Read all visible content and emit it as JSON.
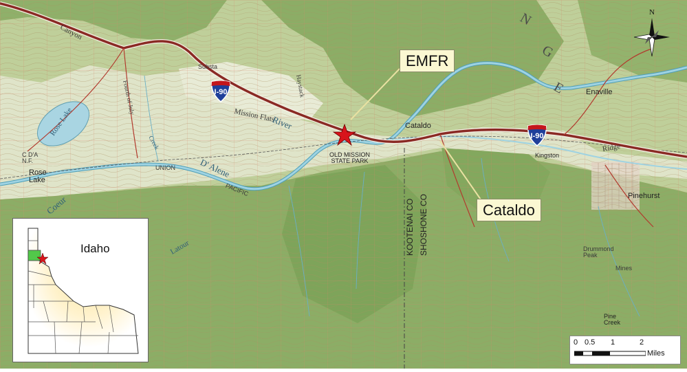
{
  "callouts": {
    "emfr": "EMFR",
    "cataldo": "Cataldo"
  },
  "inset": {
    "state": "Idaho"
  },
  "highways": {
    "west": "I-90",
    "east": "I-90"
  },
  "range_letters": [
    "N",
    "G",
    "E"
  ],
  "map_labels": {
    "canyon": "Canyon",
    "rose_lake": "Rose Lake",
    "rose_lake_town": "Rose\nLake",
    "cda_nf": "C D'A\nN.F.",
    "mission_flats": "Mission    Flats",
    "river": "River",
    "d_alene": "D' Alene",
    "coeur": "Coeur",
    "old_mission": "OLD MISSION\nSTATE PARK",
    "cataldo": "Cataldo",
    "kingston": "Kingston",
    "pinehurst": "Pinehurst",
    "enaville": "Enaville",
    "kootenai": "KOOTENAI CO",
    "shoshone": "SHOSHONE CO",
    "latour": "Latour",
    "pine_creek": "Pine\nCreek",
    "haystack": "Haystack",
    "fourth_of_july": "Fourth of July",
    "creek": "Creek",
    "union": "UNION",
    "pacific": "PACIFIC",
    "substa": "Substa",
    "ridge": "Ridge",
    "drummond": "Drummond\nPeak",
    "mines": "Mines"
  },
  "scale": {
    "ticks": [
      "0",
      "0.5",
      "1",
      "2"
    ],
    "unit": "Miles"
  },
  "north_arrow": {
    "label": "N"
  },
  "colors": {
    "terrain": "#c9d6a8",
    "forest": "#8fb06a",
    "river": "#8fc8d6",
    "highway": "#8a2a24",
    "star": "#d8141b",
    "callout_bg": "#fbf8d2",
    "inset_county": "#52c84a",
    "inset_glow": "#fbe39a"
  }
}
